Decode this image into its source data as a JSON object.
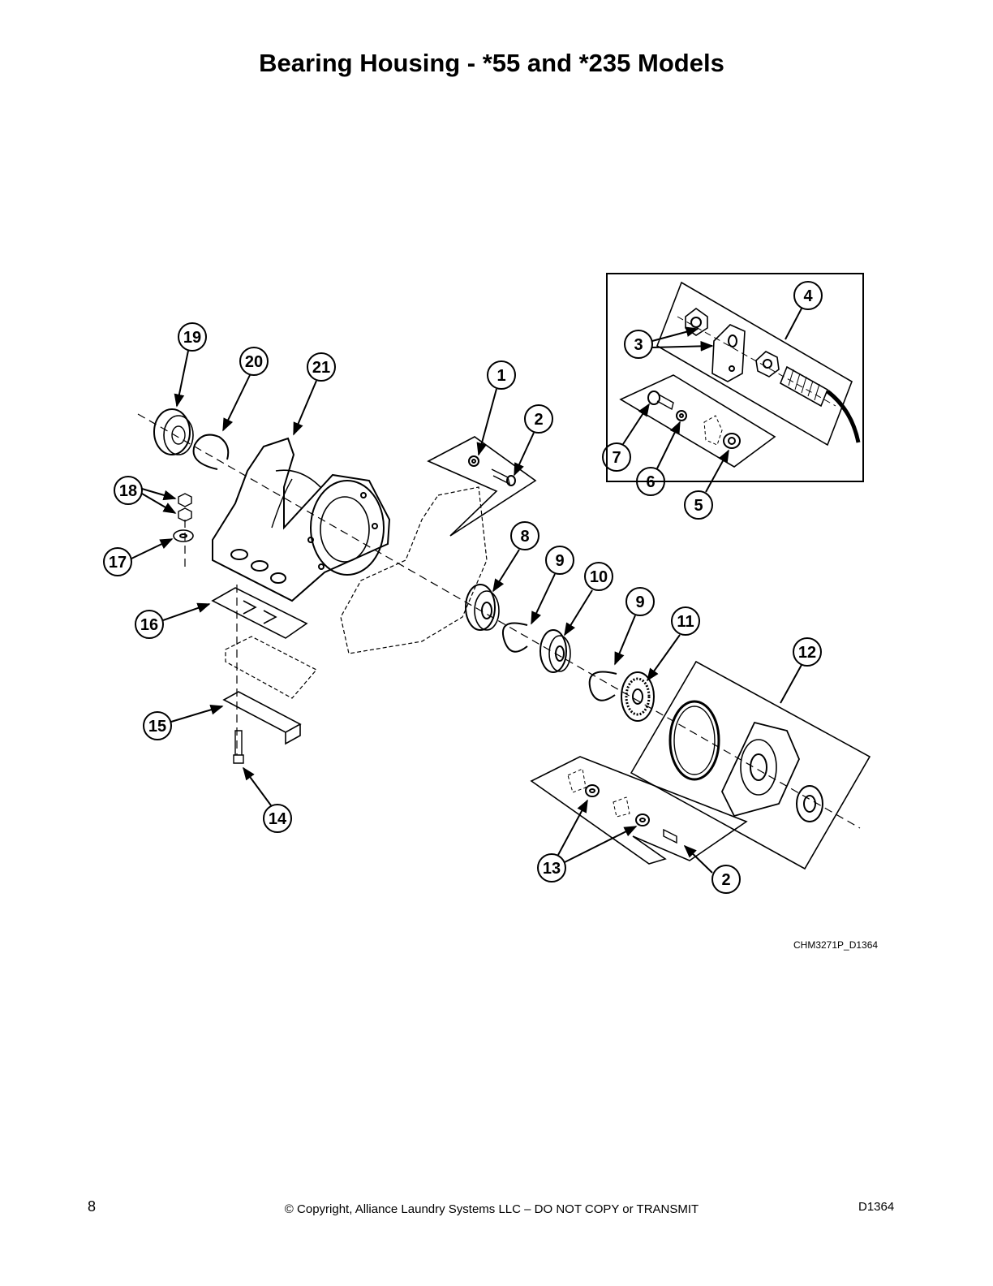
{
  "title": "Bearing Housing - *55 and *235 Models",
  "figure_code": "CHM3271P_D1364",
  "footer": {
    "page_number": "8",
    "copyright": "© Copyright, Alliance Laundry Systems LLC – DO NOT COPY or TRANSMIT",
    "doc_id": "D1364"
  },
  "callouts": [
    "1",
    "2",
    "3",
    "4",
    "5",
    "6",
    "7",
    "8",
    "9",
    "10",
    "9",
    "11",
    "12",
    "2",
    "13",
    "14",
    "15",
    "16",
    "17",
    "18",
    "19",
    "20",
    "21"
  ]
}
